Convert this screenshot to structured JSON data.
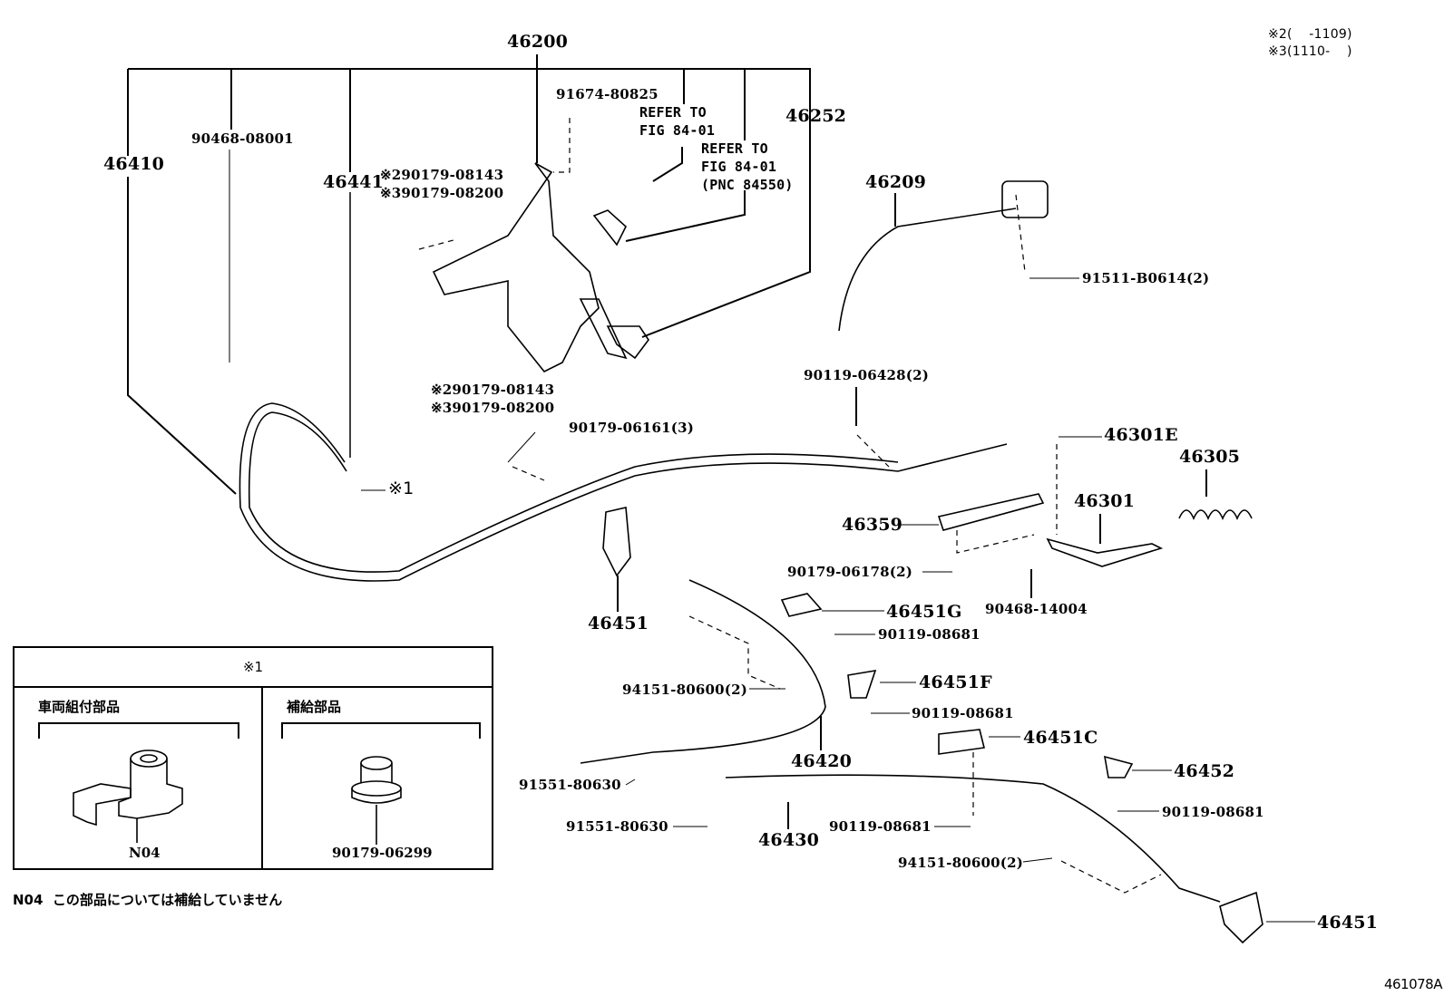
{
  "diagram": {
    "type": "exploded-parts-diagram",
    "figure_id": "461078A",
    "applicability_notes": [
      {
        "mark": "※2",
        "range": "(    -1109)"
      },
      {
        "mark": "※3",
        "range": "(1110-    )"
      }
    ],
    "assembly_group": {
      "number": "46200"
    },
    "labels": {
      "p46200": "46200",
      "p46410": "46410",
      "p90468_08001": "90468-08001",
      "p46441": "46441",
      "p2_90179_08143_a": "※290179-08143",
      "p3_90179_08200_a": "※390179-08200",
      "p91674_80825": "91674-80825",
      "refer1": "REFER TO\nFIG 84-01",
      "refer2": "REFER TO\nFIG 84-01\n(PNC 84550)",
      "p46252": "46252",
      "p46209": "46209",
      "p91511_b0614": "91511-B0614(2)",
      "p2_90179_08143_b": "※290179-08143",
      "p3_90179_08200_b": "※390179-08200",
      "p90179_06161": "90179-06161(3)",
      "p90119_06428": "90119-06428(2)",
      "p46301e": "46301E",
      "p46305": "46305",
      "mark1": "※1",
      "p46359": "46359",
      "p46301": "46301",
      "p90179_06178": "90179-06178(2)",
      "p90468_14004": "90468-14004",
      "p46451_a": "46451",
      "p46451g": "46451G",
      "p90119_08681_a": "90119-08681",
      "p94151_80600_a": "94151-80600(2)",
      "p46451f": "46451F",
      "p90119_08681_b": "90119-08681",
      "p46420": "46420",
      "p46451c": "46451C",
      "p46452": "46452",
      "p91551_80630_a": "91551-80630",
      "p91551_80630_b": "91551-80630",
      "p46430": "46430",
      "p90119_08681_c": "90119-08681",
      "p90119_08681_d": "90119-08681",
      "p94151_80600_b": "94151-80600(2)",
      "p46451_b": "46451"
    },
    "inset": {
      "title": "※1",
      "left": {
        "title": "車両組付部品",
        "part": "N04"
      },
      "right": {
        "title": "補給部品",
        "part": "90179-06299"
      }
    },
    "footnote": "N04  この部品については補給していません"
  }
}
